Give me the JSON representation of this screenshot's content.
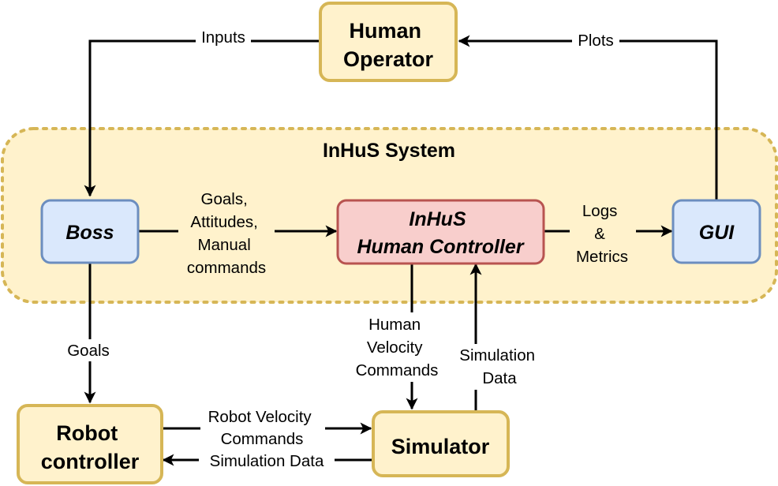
{
  "colors": {
    "yellow_fill": "#fff2cc",
    "yellow_stroke": "#d6b656",
    "blue_fill": "#dae8fc",
    "blue_stroke": "#6c8ebf",
    "red_fill": "#f8cecc",
    "red_stroke": "#b85450",
    "edge": "#000000"
  },
  "system": {
    "title": "InHuS System"
  },
  "nodes": {
    "human_operator": {
      "line1": "Human",
      "line2": "Operator"
    },
    "boss": {
      "label": "Boss"
    },
    "controller": {
      "line1": "InHuS",
      "line2": "Human Controller"
    },
    "gui": {
      "label": "GUI"
    },
    "robot_controller": {
      "line1": "Robot",
      "line2": "controller"
    },
    "simulator": {
      "label": "Simulator"
    }
  },
  "edges": {
    "inputs": "Inputs",
    "plots": "Plots",
    "goals_attitudes": {
      "line1": "Goals,",
      "line2": "Attitudes,",
      "line3": "Manual",
      "line4": "commands"
    },
    "logs_metrics": {
      "line1": "Logs",
      "line2": "&",
      "line3": "Metrics"
    },
    "goals": "Goals",
    "human_velocity": {
      "line1": "Human",
      "line2": "Velocity",
      "line3": "Commands"
    },
    "simulation_data_up": {
      "line1": "Simulation",
      "line2": "Data"
    },
    "robot_velocity": {
      "line1": "Robot Velocity",
      "line2": "Commands"
    },
    "simulation_data_left": "Simulation Data"
  }
}
